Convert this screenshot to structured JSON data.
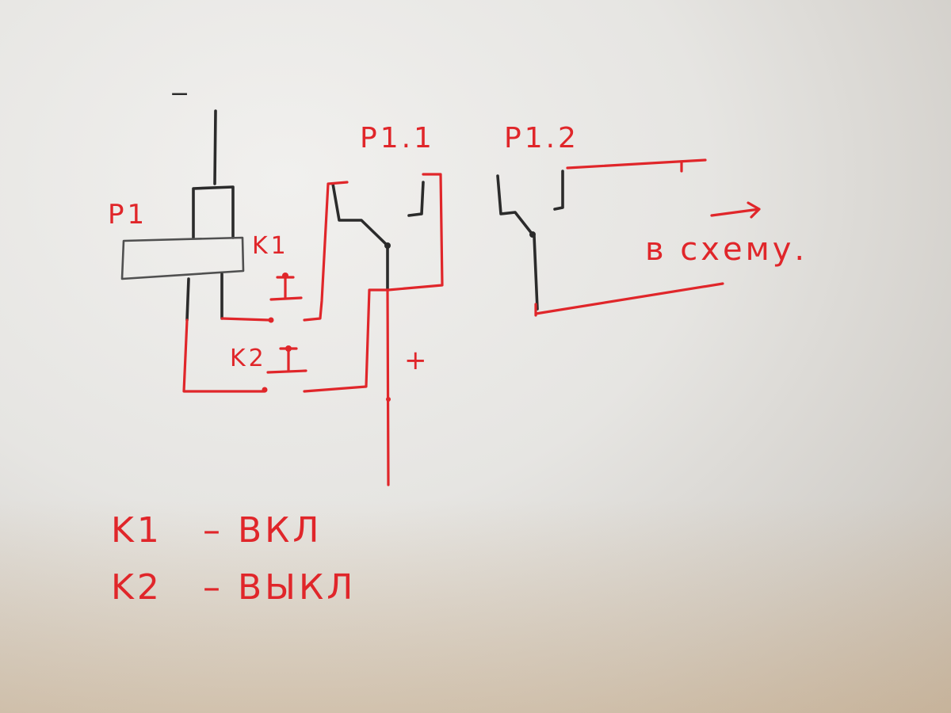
{
  "labels": {
    "polarity_minus": "−",
    "polarity_plus": "+",
    "relay": "P1",
    "contact_1": "P1.1",
    "contact_2": "P1.2",
    "button_1": "K1",
    "button_2": "K2",
    "output": "в схему."
  },
  "legend": [
    {
      "key": "K1",
      "text": "– ВКЛ"
    },
    {
      "key": "K2",
      "text": "– ВЫКЛ"
    }
  ],
  "colors": {
    "red_ink": "#e0262a",
    "pencil": "#2b2b2b",
    "paper": "#e8e7e4"
  }
}
